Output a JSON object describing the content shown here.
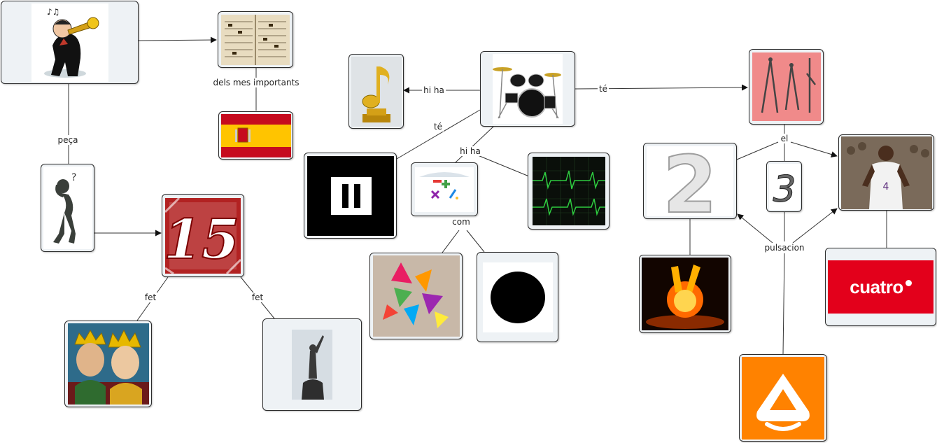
{
  "concept_map": {
    "nodes": [
      {
        "key": "musician",
        "icon": "trumpet-player-icon"
      },
      {
        "key": "score",
        "icon": "old-music-score-icon"
      },
      {
        "key": "spain",
        "icon": "spain-flag-icon"
      },
      {
        "key": "thinker",
        "icon": "thinking-figure-icon"
      },
      {
        "key": "fifteen",
        "icon": "number-15-icon"
      },
      {
        "key": "monarchs",
        "icon": "catholic-monarchs-icon"
      },
      {
        "key": "statue",
        "icon": "columbus-statue-icon"
      },
      {
        "key": "award",
        "icon": "golden-music-note-award-icon"
      },
      {
        "key": "drums",
        "icon": "drum-kit-icon"
      },
      {
        "key": "pause",
        "icon": "pause-icon"
      },
      {
        "key": "math",
        "icon": "math-symbols-icon"
      },
      {
        "key": "ecg",
        "icon": "heartbeat-monitor-icon"
      },
      {
        "key": "origami",
        "icon": "origami-stars-icon"
      },
      {
        "key": "circle",
        "icon": "black-circle-icon"
      },
      {
        "key": "compass",
        "icon": "drawing-compass-icon"
      },
      {
        "key": "two",
        "icon": "number-two-icon"
      },
      {
        "key": "three",
        "icon": "number-three-icon"
      },
      {
        "key": "player",
        "icon": "basketball-player-icon"
      },
      {
        "key": "fire",
        "icon": "fire-hand-icon"
      },
      {
        "key": "cuatro",
        "icon": "cuatro-logo-icon"
      },
      {
        "key": "antena3",
        "icon": "antena3-logo-icon"
      }
    ],
    "labels": {
      "peca": "peça",
      "dels_mes_importants": "dels mes importants",
      "fet_left": "fet",
      "fet_right": "fet",
      "hi_ha_left": "hi ha",
      "te_left": "té",
      "hi_ha_mid": "hi ha",
      "com": "com",
      "te_right": "té",
      "el": "el",
      "pulsacion": "pulsacion"
    }
  },
  "logos": {
    "cuatro": "cuatro"
  },
  "colors": {
    "node_border": "#2b2b2b",
    "node_fill": "#eef2f5",
    "link": "#333333",
    "flag_red": "#c60b1e",
    "flag_yellow": "#ffc400",
    "cuatro_red": "#e3001b",
    "antena3_orange": "#ff8200"
  }
}
